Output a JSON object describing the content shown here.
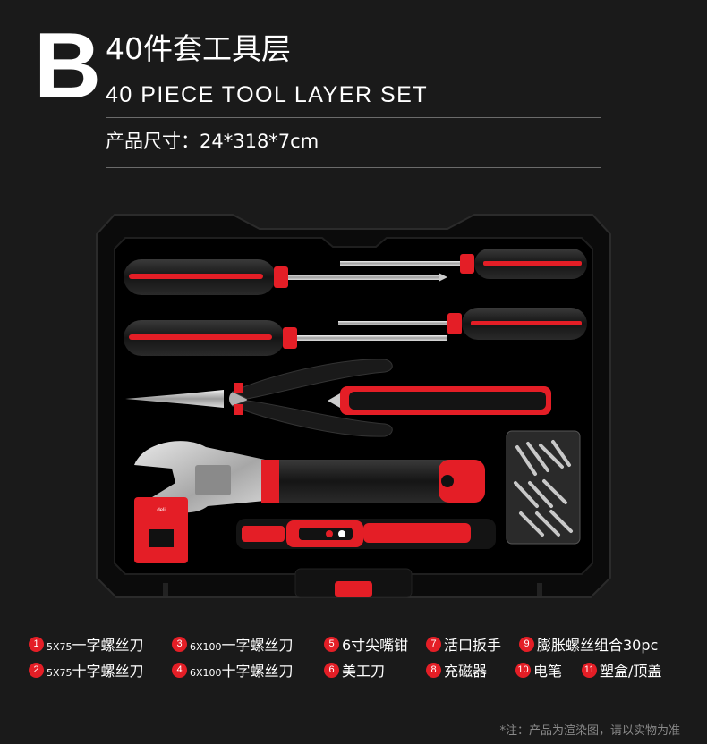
{
  "header": {
    "letter": "B",
    "title": "40件套工具层",
    "subtitle": "40 PIECE TOOL LAYER SET",
    "size": "产品尺寸：24*318*7cm"
  },
  "brand": {
    "accent": "#e41e26",
    "background": "#1a1a1a",
    "tray": "#0b0b0b"
  },
  "product_label": "deli",
  "legend": [
    {
      "num": "1",
      "spec": "5X75",
      "name": "一字螺丝刀"
    },
    {
      "num": "3",
      "spec": "6X100",
      "name": "一字螺丝刀"
    },
    {
      "num": "5",
      "spec": "",
      "name": "6寸尖嘴钳"
    },
    {
      "num": "7",
      "spec": "",
      "name": "活口扳手"
    },
    {
      "num": "9",
      "spec": "",
      "name": "膨胀螺丝组合30pc"
    },
    {
      "num": "2",
      "spec": "5X75",
      "name": "十字螺丝刀"
    },
    {
      "num": "4",
      "spec": "6X100",
      "name": "十字螺丝刀"
    },
    {
      "num": "6",
      "spec": "",
      "name": "美工刀"
    },
    {
      "num": "8",
      "spec": "",
      "name": "充磁器"
    },
    {
      "num": "11",
      "spec": "",
      "name": "塑盒/顶盖"
    },
    {
      "num": "10",
      "spec": "",
      "name": "电笔"
    }
  ],
  "note": "*注：产品为渲染图，请以实物为准"
}
